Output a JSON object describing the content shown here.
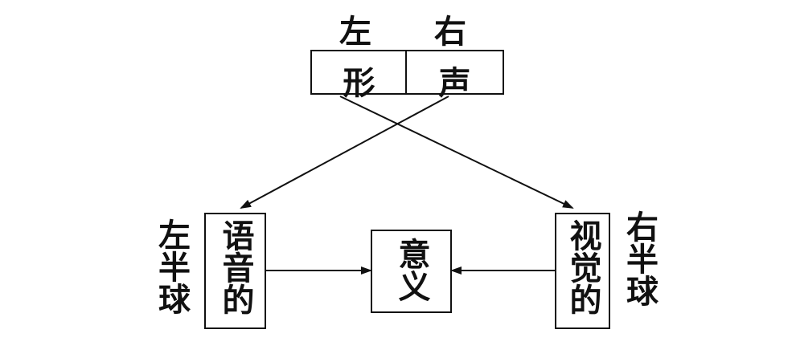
{
  "top": {
    "left_label": "左",
    "right_label": "右",
    "left_cell": "形",
    "right_cell": "声"
  },
  "left_hemisphere": {
    "side_label": "左半球",
    "box_label": "语音的"
  },
  "right_hemisphere": {
    "side_label": "右半球",
    "box_label": "视觉的"
  },
  "center": {
    "box_label": "意义"
  },
  "colors": {
    "line": "#111111",
    "background": "#ffffff"
  }
}
